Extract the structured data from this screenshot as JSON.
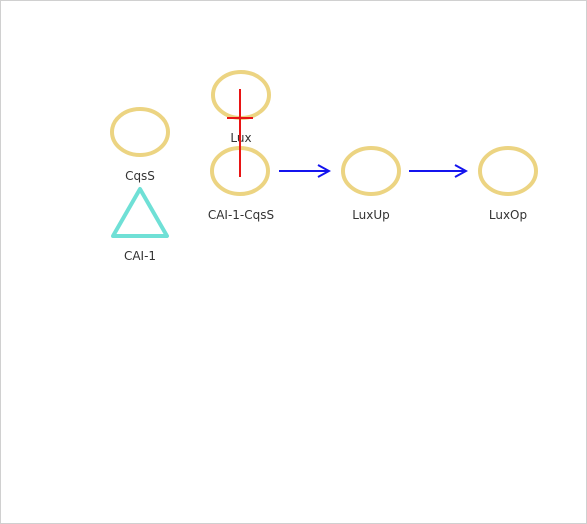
{
  "colors": {
    "ellipse_stroke": "#ecd482",
    "triangle_stroke": "#6fe0d6",
    "arrow": "#1414ee",
    "cross": "#e81414",
    "label": "#333333"
  },
  "nodes": {
    "lux": {
      "label": "Lux",
      "shape": "ellipse"
    },
    "cqss": {
      "label": "CqsS",
      "shape": "ellipse"
    },
    "cai1_cqss": {
      "label": "CAI-1-CqsS",
      "shape": "ellipse"
    },
    "luxup": {
      "label": "LuxUp",
      "shape": "ellipse"
    },
    "luxop": {
      "label": "LuxOp",
      "shape": "ellipse"
    },
    "cai1": {
      "label": "CAI-1",
      "shape": "triangle"
    }
  },
  "edges": [
    {
      "from": "CAI-1-CqsS",
      "to": "LuxUp",
      "type": "arrow"
    },
    {
      "from": "LuxUp",
      "to": "LuxOp",
      "type": "arrow"
    },
    {
      "from": "Lux",
      "to": "CAI-1-CqsS",
      "type": "inhibition-cross"
    }
  ]
}
